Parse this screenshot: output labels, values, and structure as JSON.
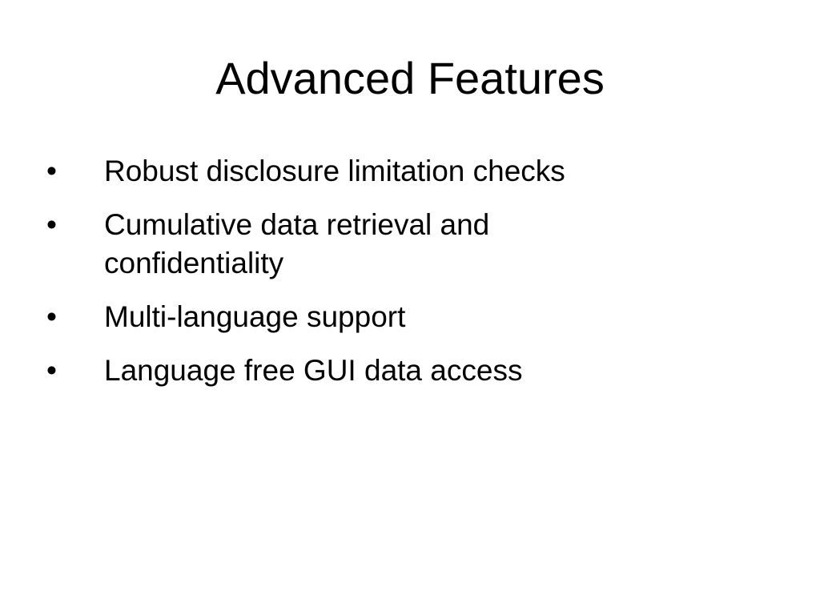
{
  "slide": {
    "title": "Advanced Features",
    "bullet_symbol": "•",
    "bullets": [
      {
        "text": "Robust disclosure limitation checks"
      },
      {
        "text": "Cumulative data retrieval and confidentiality"
      },
      {
        "text": "Multi-language support"
      },
      {
        "text": "Language free GUI data access"
      }
    ]
  }
}
